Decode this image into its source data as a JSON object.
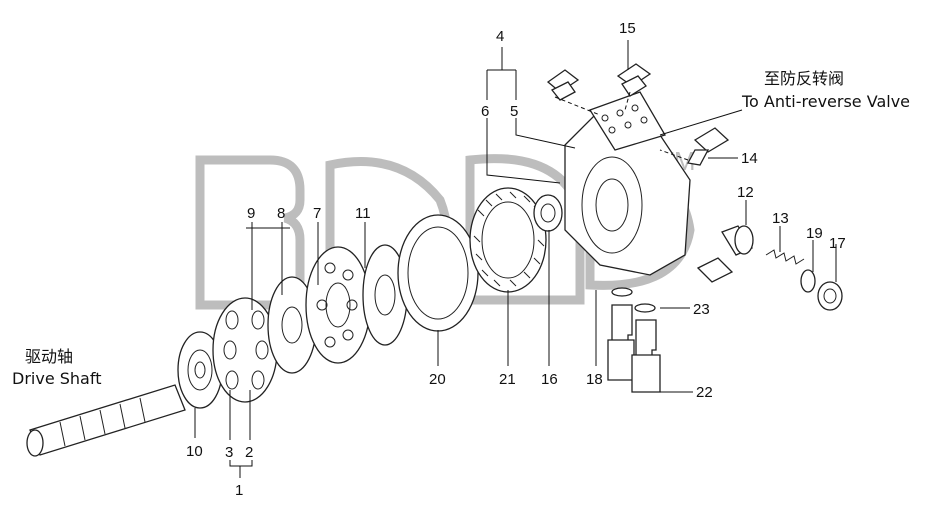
{
  "callouts": {
    "n1": "1",
    "n2": "2",
    "n3": "3",
    "n4": "4",
    "n5": "5",
    "n6": "6",
    "n7": "7",
    "n8": "8",
    "n9": "9",
    "n10": "10",
    "n11": "11",
    "n12": "12",
    "n13": "13",
    "n14": "14",
    "n15": "15",
    "n16": "16",
    "n17": "17",
    "n18": "18",
    "n19": "19",
    "n20": "20",
    "n21": "21",
    "n22": "22",
    "n23": "23"
  },
  "annotations": {
    "drive_shaft_cn": "驱动轴",
    "drive_shaft_en": "Drive Shaft",
    "anti_reverse_cn": "至防反转阀",
    "anti_reverse_en": "To Anti-reverse Valve"
  },
  "watermark": {
    "trademark": "TM",
    "color": "#bdbdbd"
  }
}
